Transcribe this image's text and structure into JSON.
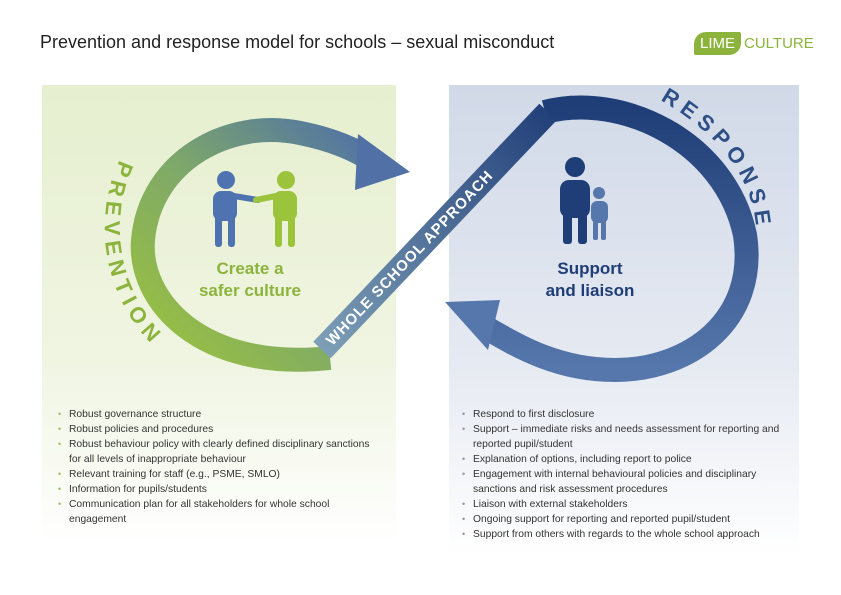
{
  "title": "Prevention and response model for schools – sexual misconduct",
  "logo": {
    "part1": "LIME",
    "part2": "CULTURE"
  },
  "diagram": {
    "prevention_label": "PREVENTION",
    "response_label": "RESPONSE",
    "center_label": "WHOLE SCHOOL APPROACH",
    "left_hub": {
      "line1": "Create a",
      "line2": "safer culture"
    },
    "right_hub": {
      "line1": "Support",
      "line2": "and liaison"
    }
  },
  "colors": {
    "green": "#8cb43c",
    "blue": "#2d4f86"
  },
  "prevention_items": [
    "Robust governance structure",
    "Robust policies and procedures",
    "Robust behaviour policy with clearly defined disciplinary sanctions for all levels of inappropriate behaviour",
    "Relevant training for staff (e.g., PSME, SMLO)",
    "Information for pupils/students",
    "Communication plan for all stakeholders for whole school engagement"
  ],
  "response_items": [
    "Respond to first disclosure",
    "Support – immediate risks and needs assessment for reporting and reported pupil/student",
    "Explanation of options, including report to police",
    "Engagement with internal behavioural policies and disciplinary sanctions and risk assessment procedures",
    "Liaison with external stakeholders",
    "Ongoing support for reporting and reported pupil/student",
    "Support from others with regards to the whole school approach"
  ]
}
